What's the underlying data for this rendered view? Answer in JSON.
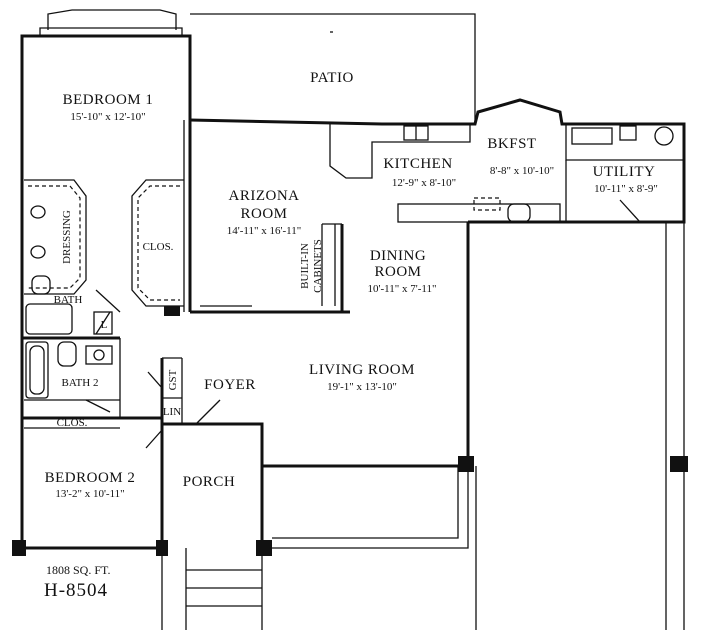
{
  "plan": {
    "sqft": "1808 SQ. FT.",
    "plan_number": "H-8504"
  },
  "rooms": {
    "patio": {
      "name": "PATIO"
    },
    "bedroom1": {
      "name": "BEDROOM 1",
      "dims": "15'-10\" x 12'-10\""
    },
    "kitchen": {
      "name": "KITCHEN",
      "dims": "12'-9\" x 8'-10\""
    },
    "bkfst": {
      "name": "BKFST",
      "dims": "8'-8\" x 10'-10\""
    },
    "utility": {
      "name": "UTILITY",
      "dims": "10'-11\" x 8'-9\""
    },
    "arizona": {
      "name_line1": "ARIZONA",
      "name_line2": "ROOM",
      "dims": "14'-11\" x 16'-11\""
    },
    "dining": {
      "name_line1": "DINING",
      "name_line2": "ROOM",
      "dims": "10'-11\" x 7'-11\""
    },
    "living": {
      "name": "LIVING ROOM",
      "dims": "19'-1\" x 13'-10\""
    },
    "foyer": {
      "name": "FOYER"
    },
    "porch": {
      "name": "PORCH"
    },
    "bedroom2": {
      "name": "BEDROOM 2",
      "dims": "13'-2\" x 10'-11\""
    }
  },
  "labels": {
    "dressing": "DRESSING",
    "clos_bed1": "CLOS.",
    "builtin_line1": "BUILT-IN",
    "builtin_line2": "CABINETS",
    "bath": "BATH",
    "bath2": "BATH 2",
    "clos_bed2": "CLOS.",
    "gst": "GST",
    "lin": "LIN",
    "l": "L"
  }
}
